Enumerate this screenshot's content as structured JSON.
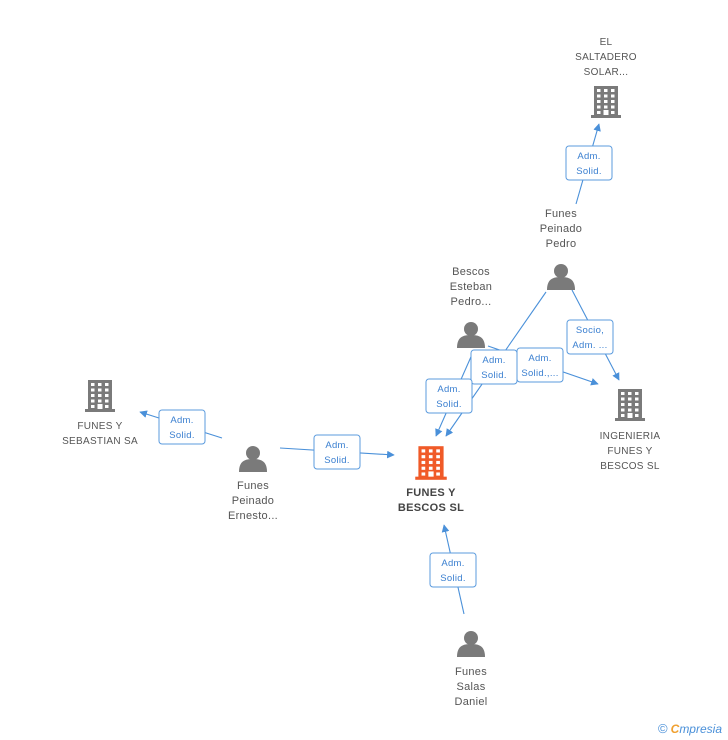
{
  "colors": {
    "company": "#7a7a7a",
    "main_company": "#f05a28",
    "person": "#7a7a7a",
    "edge": "#4a90d9",
    "edge_text": "#3a7fd0",
    "label_text": "#555555"
  },
  "nodes": [
    {
      "id": "el-saltadero",
      "type": "company",
      "icon": "building-icon",
      "lines": [
        "EL",
        "SALTADERO",
        "SOLAR..."
      ]
    },
    {
      "id": "funes-peinado-pedro",
      "type": "person",
      "icon": "person-icon",
      "lines": [
        "Funes",
        "Peinado",
        "Pedro"
      ]
    },
    {
      "id": "bescos-esteban",
      "type": "person",
      "icon": "person-icon",
      "lines": [
        "Bescos",
        "Esteban",
        "Pedro..."
      ]
    },
    {
      "id": "ingenieria",
      "type": "company",
      "icon": "building-icon",
      "lines": [
        "INGENIERIA",
        "FUNES Y",
        "BESCOS SL"
      ]
    },
    {
      "id": "funes-sebastian",
      "type": "company",
      "icon": "building-icon",
      "lines": [
        "FUNES Y",
        "SEBASTIAN SA"
      ]
    },
    {
      "id": "funes-ernesto",
      "type": "person",
      "icon": "person-icon",
      "lines": [
        "Funes",
        "Peinado",
        "Ernesto..."
      ]
    },
    {
      "id": "main",
      "type": "main-company",
      "icon": "building-icon",
      "lines": [
        "FUNES Y",
        "BESCOS SL"
      ]
    },
    {
      "id": "funes-salas",
      "type": "person",
      "icon": "person-icon",
      "lines": [
        "Funes",
        "Salas",
        "Daniel"
      ]
    }
  ],
  "edges": [
    {
      "id": "pedro-saltadero",
      "lines": [
        "Adm.",
        "Solid."
      ]
    },
    {
      "id": "pedro-ingenieria",
      "lines": [
        "Socio,",
        "Adm. ..."
      ]
    },
    {
      "id": "bescos-ingenieria",
      "lines": [
        "Adm.",
        "Solid.,..."
      ]
    },
    {
      "id": "bescos-main",
      "lines": [
        "Adm.",
        "Solid."
      ]
    },
    {
      "id": "pedro-main",
      "lines": [
        "Adm.",
        "Solid."
      ]
    },
    {
      "id": "ernesto-sebastian",
      "lines": [
        "Adm.",
        "Solid."
      ]
    },
    {
      "id": "ernesto-main",
      "lines": [
        "Adm.",
        "Solid."
      ]
    },
    {
      "id": "salas-main",
      "lines": [
        "Adm.",
        "Solid."
      ]
    }
  ],
  "footer": {
    "copyright_symbol": "©",
    "brand_first": "C",
    "brand_rest": "mpresia"
  }
}
